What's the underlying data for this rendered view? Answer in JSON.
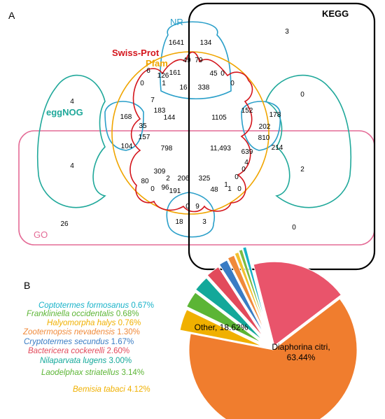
{
  "panels": {
    "a": "A",
    "b": "B"
  },
  "venn": {
    "set_labels": {
      "nr": "NR",
      "kegg": "KEGG",
      "swissprot": "Swiss-Prot",
      "pfam": "Pfam",
      "eggnog": "eggNOG",
      "go": "GO"
    },
    "set_colors": {
      "nr": "#2a9fc9",
      "kegg": "#000000",
      "swissprot": "#d4151c",
      "pfam": "#f0a500",
      "eggnog": "#1fa89a",
      "go": "#e46b96"
    },
    "counts": [
      "3",
      "1641",
      "134",
      "49",
      "79",
      "4",
      "6",
      "126",
      "161",
      "45",
      "0",
      "0",
      "1",
      "16",
      "338",
      "0",
      "0",
      "7",
      "168",
      "144",
      "1105",
      "152",
      "178",
      "183",
      "202",
      "35",
      "810",
      "157",
      "104",
      "798",
      "11,493",
      "639",
      "214",
      "309",
      "4",
      "4",
      "80",
      "0",
      "2",
      "206",
      "325",
      "0",
      "2",
      "0",
      "96",
      "191",
      "48",
      "1",
      "1",
      "0",
      "0",
      "9",
      "18",
      "3",
      "26",
      "0"
    ]
  },
  "chart_data": {
    "type": "pie",
    "slices": [
      {
        "label": "Diaphorina citri, 63.44%",
        "value": 63.44,
        "color": "#f07d2e"
      },
      {
        "label": "Bemisia tabaci 4.12%",
        "value": 4.12,
        "color": "#f0b000"
      },
      {
        "label": "Laodelphax striatellus 3.14%",
        "value": 3.14,
        "color": "#5cb535"
      },
      {
        "label": "Nilaparvata lugens 3.00%",
        "value": 3.0,
        "color": "#13a89a"
      },
      {
        "label": "Bactericera cockerelli 2.60%",
        "value": 2.6,
        "color": "#e24a5b"
      },
      {
        "label": "Cryptotermes secundus 1.67%",
        "value": 1.67,
        "color": "#3a7cc4"
      },
      {
        "label": "Zootermopsis nevadensis 1.30%",
        "value": 1.3,
        "color": "#f08a3a"
      },
      {
        "label": "Halyomorpha halys 0.76%",
        "value": 0.76,
        "color": "#f2c12e"
      },
      {
        "label": "Frankliniella occidentalis 0.68%",
        "value": 0.68,
        "color": "#7dbb42"
      },
      {
        "label": "Coptotermes formosanus 0.67%",
        "value": 0.67,
        "color": "#17b2c8"
      },
      {
        "label": "Other, 18.62%",
        "value": 18.62,
        "color": "#e9546b"
      }
    ]
  }
}
